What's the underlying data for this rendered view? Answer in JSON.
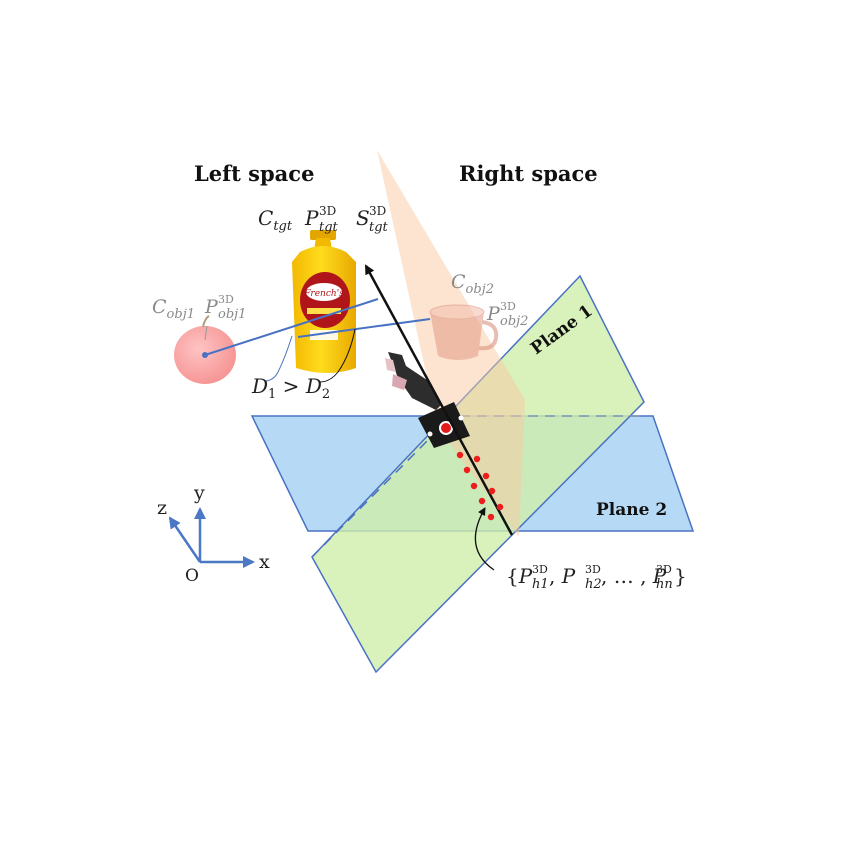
{
  "headings": {
    "left": "Left space",
    "right": "Right space"
  },
  "labels": {
    "target_c": "C",
    "target_c_sub": "tgt",
    "target_p": "P",
    "target_p_sup": "3D",
    "target_p_sub": "tgt",
    "target_s": "S",
    "target_s_sup": "3D",
    "target_s_sub": "tgt",
    "obj1_c": "C",
    "obj1_c_sub": "obj1",
    "obj1_p": "P",
    "obj1_p_sup": "3D",
    "obj1_p_sub": "obj1",
    "obj2_c": "C",
    "obj2_c_sub": "obj2",
    "obj2_p": "P",
    "obj2_p_sup": "3D",
    "obj2_p_sub": "obj2",
    "distance": "D",
    "distance_1_sub": "1",
    "distance_op": " > ",
    "distance_2_sub": "2",
    "hand_set_open": "{",
    "hand_p": "P",
    "hand_sup": "3D",
    "hand_h1": "h1",
    "hand_h2": "h2",
    "hand_hn": "hn",
    "hand_sep": ", ",
    "hand_ellipsis": ", … , ",
    "hand_set_close": "}",
    "plane1": "Plane 1",
    "plane2": "Plane 2"
  },
  "axes": {
    "x": "x",
    "y": "y",
    "z": "z",
    "origin": "O"
  },
  "icons": {
    "target": "mustard-bottle-icon",
    "obj1": "apple-icon",
    "obj2": "mug-icon",
    "hand": "robot-gripper-icon"
  },
  "colors": {
    "plane1_fill": "#cfeeaa",
    "plane2_fill": "#a9d3f3",
    "plane_stroke": "#4a72c4",
    "cone_fill": "#f9c9a4",
    "points": "#ee1c1c",
    "axis_arrow": "#4a78c4",
    "distance_line": "#4a72c4"
  },
  "hand_point_count": 9
}
